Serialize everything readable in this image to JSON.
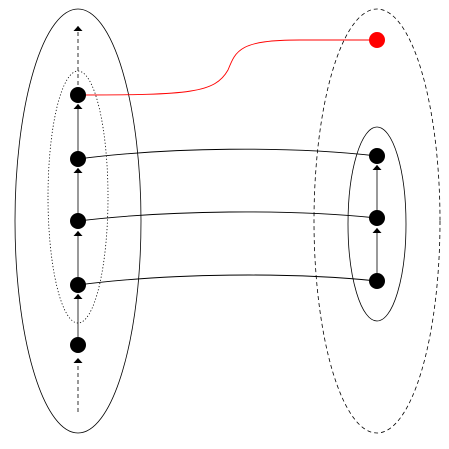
{
  "colors": {
    "background": "#ffffff",
    "stroke": "#000000",
    "node": "#000000",
    "highlight": "#ff0000"
  },
  "left_chain": {
    "node_count": 5,
    "has_incoming_dashed_arrow": true,
    "has_outgoing_dashed_arrow": true
  },
  "right_chain": {
    "node_count": 3,
    "highlight_node_count": 1
  },
  "connections": [
    {
      "from": "left-node-2",
      "to": "right-node-1",
      "color": "black"
    },
    {
      "from": "left-node-3",
      "to": "right-node-2",
      "color": "black"
    },
    {
      "from": "left-node-4",
      "to": "right-node-3",
      "color": "black"
    },
    {
      "from": "left-node-1",
      "to": "highlight-node",
      "color": "red"
    }
  ]
}
